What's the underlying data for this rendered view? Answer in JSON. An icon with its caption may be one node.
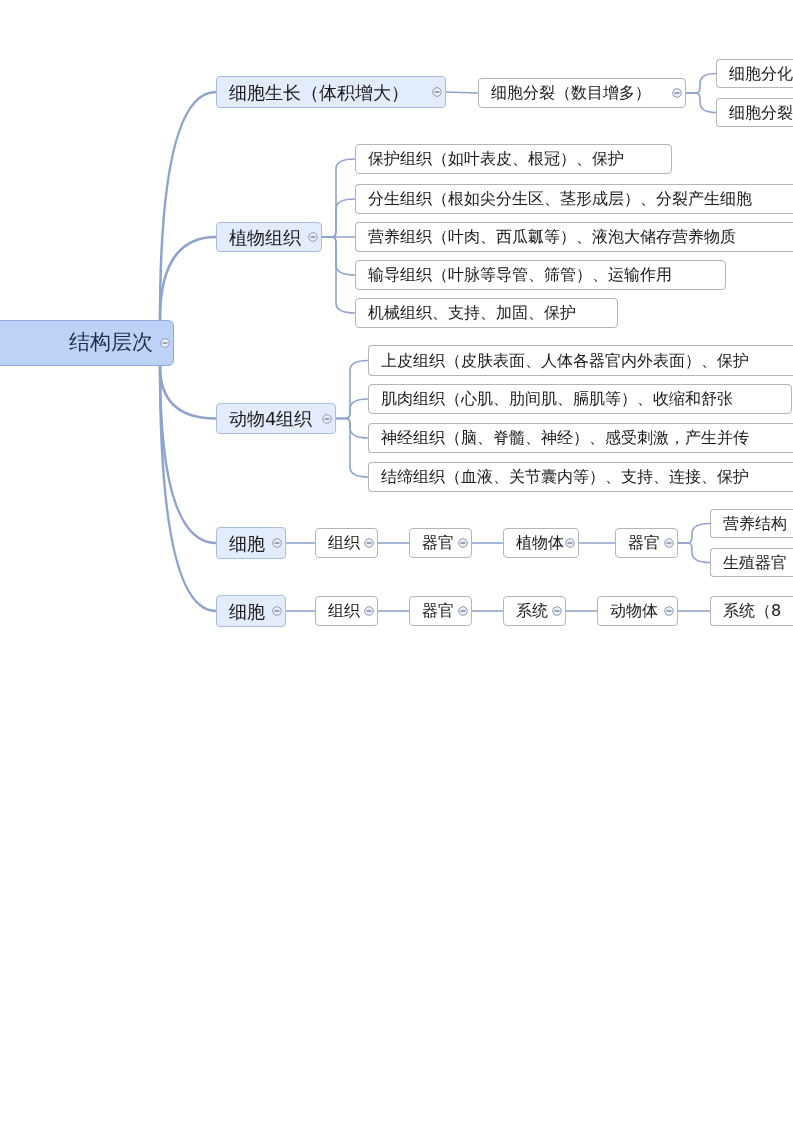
{
  "diagram": {
    "nodes": [
      {
        "text": [
          "结构层次"
        ]
      },
      {
        "text": [
          "细胞生长（体积增大）"
        ]
      },
      {
        "text": [
          "细胞分裂（数目增多）"
        ]
      },
      {
        "text": [
          "细胞分化"
        ]
      },
      {
        "text": [
          "细胞分裂"
        ]
      },
      {
        "text": [
          "植物组织"
        ]
      },
      {
        "text": [
          "保护组织（如叶表皮、根冠）、保护"
        ]
      },
      {
        "text": [
          "分生组织（根如尖分生区、茎形成层）、分裂产生细胞"
        ]
      },
      {
        "text": [
          "营养组织（叶肉、西瓜瓤等）、液泡大储存营养物质"
        ]
      },
      {
        "text": [
          "输导组织（叶脉等导管、筛管）、运输作用"
        ]
      },
      {
        "text": [
          "机械组织、支持、加固、保护"
        ]
      },
      {
        "text": [
          "动物4组织"
        ]
      },
      {
        "text": [
          "上皮组织（皮肤表面、人体各器官内外表面）、保护"
        ]
      },
      {
        "text": [
          "肌肉组织（心肌、肋间肌、膈肌等）、收缩和舒张"
        ]
      },
      {
        "text": [
          "神经组织（脑、脊髓、神经）、感受刺激，产生并传"
        ]
      },
      {
        "text": [
          "结缔组织（血液、关节囊内等）、支持、连接、保护"
        ]
      },
      {
        "text": [
          "细胞"
        ]
      },
      {
        "text": [
          "组织"
        ]
      },
      {
        "text": [
          "器官"
        ]
      },
      {
        "text": [
          "植物体"
        ]
      },
      {
        "text": [
          "器官"
        ]
      },
      {
        "text": [
          "营养结构"
        ]
      },
      {
        "text": [
          "生殖器官"
        ]
      },
      {
        "text": [
          "细胞"
        ]
      },
      {
        "text": [
          "组织"
        ]
      },
      {
        "text": [
          "器官"
        ]
      },
      {
        "text": [
          "系统"
        ]
      },
      {
        "text": [
          "动物体"
        ]
      },
      {
        "text": [
          "系统（8"
        ]
      }
    ],
    "edges": [
      {
        "from": 0,
        "to": 1,
        "arrow": "none"
      },
      {
        "from": 0,
        "to": 5,
        "arrow": "none"
      },
      {
        "from": 0,
        "to": 11,
        "arrow": "none"
      },
      {
        "from": 0,
        "to": 16,
        "arrow": "none"
      },
      {
        "from": 0,
        "to": 23,
        "arrow": "none"
      },
      {
        "from": 1,
        "to": 2,
        "arrow": "none"
      },
      {
        "from": 2,
        "to": 3,
        "arrow": "none"
      },
      {
        "from": 2,
        "to": 4,
        "arrow": "none"
      },
      {
        "from": 5,
        "to": 6,
        "arrow": "none"
      },
      {
        "from": 5,
        "to": 7,
        "arrow": "none"
      },
      {
        "from": 5,
        "to": 8,
        "arrow": "none"
      },
      {
        "from": 5,
        "to": 9,
        "arrow": "none"
      },
      {
        "from": 5,
        "to": 10,
        "arrow": "none"
      },
      {
        "from": 11,
        "to": 12,
        "arrow": "none"
      },
      {
        "from": 11,
        "to": 13,
        "arrow": "none"
      },
      {
        "from": 11,
        "to": 14,
        "arrow": "none"
      },
      {
        "from": 11,
        "to": 15,
        "arrow": "none"
      },
      {
        "from": 16,
        "to": 17,
        "arrow": "none"
      },
      {
        "from": 17,
        "to": 18,
        "arrow": "none"
      },
      {
        "from": 18,
        "to": 19,
        "arrow": "none"
      },
      {
        "from": 19,
        "to": 20,
        "arrow": "none"
      },
      {
        "from": 20,
        "to": 21,
        "arrow": "none"
      },
      {
        "from": 20,
        "to": 22,
        "arrow": "none"
      },
      {
        "from": 23,
        "to": 24,
        "arrow": "none"
      },
      {
        "from": 24,
        "to": 25,
        "arrow": "none"
      },
      {
        "from": 25,
        "to": 26,
        "arrow": "none"
      },
      {
        "from": 26,
        "to": 27,
        "arrow": "none"
      },
      {
        "from": 27,
        "to": 28,
        "arrow": "none"
      }
    ]
  }
}
